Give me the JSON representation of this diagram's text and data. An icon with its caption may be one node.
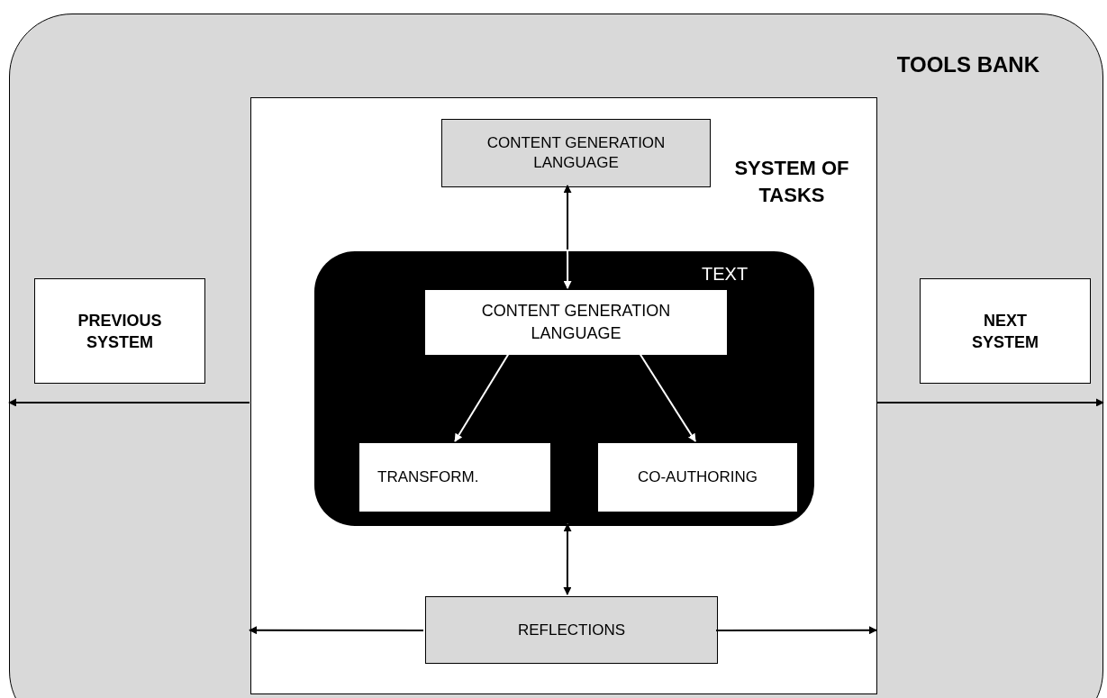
{
  "diagram": {
    "nodes": [
      {
        "text": [
          "TOOLS BANK"
        ]
      },
      {
        "text": [
          "SYSTEM OF TASKS"
        ],
        "in": 0
      },
      {
        "text": [
          "CONTENT GENERATION LANGUAGE"
        ],
        "in": 1
      },
      {
        "text": [
          "TEXT"
        ],
        "in": 1
      },
      {
        "text": [
          "CONTENT GENERATION LANGUAGE"
        ],
        "in": 3
      },
      {
        "text": [
          "TRANSFORM."
        ],
        "in": 3
      },
      {
        "text": [
          "CO-AUTHORING"
        ],
        "in": 3
      },
      {
        "text": [
          "REFLECTIONS"
        ],
        "in": 1
      },
      {
        "text": [
          "PREVIOUS SYSTEM"
        ],
        "in": 0
      },
      {
        "text": [
          "NEXT SYSTEM"
        ],
        "in": 0
      }
    ],
    "edges": [
      {
        "from": 2,
        "to": 4,
        "arrow": "both"
      },
      {
        "from": 4,
        "to": 5,
        "arrow": "to",
        "color": "#ffffff"
      },
      {
        "from": 4,
        "to": 6,
        "arrow": "to",
        "color": "#ffffff"
      },
      {
        "from": 3,
        "to": 7,
        "arrow": "both"
      },
      {
        "from": 7,
        "to": 1,
        "arrow": "to"
      },
      {
        "from": 7,
        "to": 1,
        "arrow": "to"
      },
      {
        "from": 1,
        "to": 0,
        "arrow": "to"
      },
      {
        "from": 1,
        "to": 0,
        "arrow": "to"
      }
    ]
  }
}
